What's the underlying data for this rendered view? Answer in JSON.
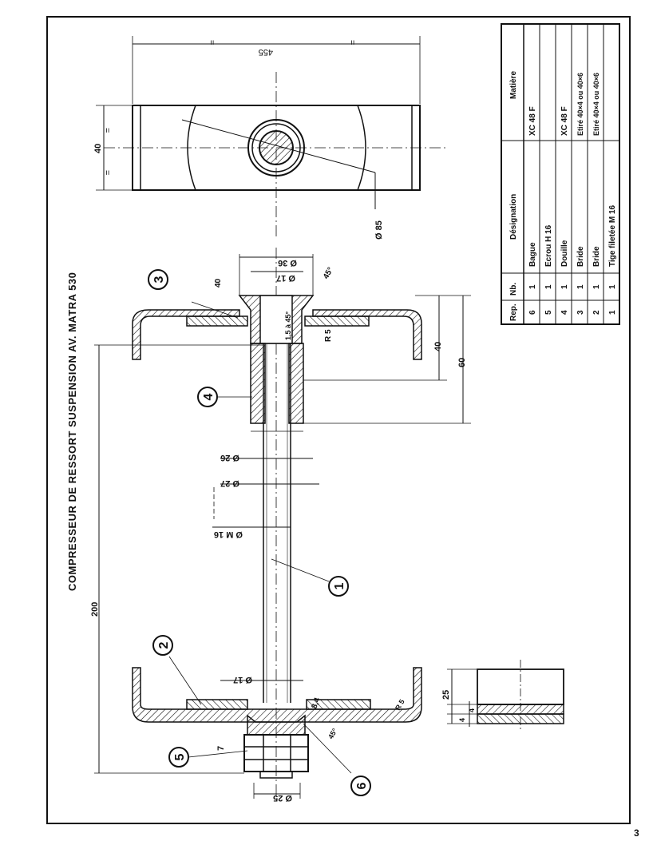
{
  "title": "COMPRESSEUR DE RESSORT SUSPENSION AV. MATRA 530",
  "page_number": "3",
  "dimensions": {
    "d_top_length": "455",
    "eq1": "=",
    "eq2": "=",
    "width_40": "40",
    "eq3": "=",
    "eq4": "=",
    "d85": "Ø 85",
    "d36": "Ø 36",
    "d17_top": "Ø 17",
    "chamfer_45": "45°",
    "chamfer_15": "1,5 à 45°",
    "dim40_small": "40",
    "r5": "R 5",
    "dim40": "40",
    "dim60": "60",
    "d26": "Ø 26",
    "d27": "Ø 27",
    "dm16": "Ø M 16",
    "dim200": "200",
    "d17_bottom": "Ø 17",
    "dim8_4": "8,4",
    "dim45_bottom": "45°",
    "r5_bottom": "R 5",
    "dim7": "7",
    "d25": "Ø 25",
    "dim25": "25",
    "dim4a": "4",
    "dim4b": "4"
  },
  "callouts": [
    "1",
    "2",
    "3",
    "4",
    "5",
    "6"
  ],
  "parts_table": {
    "headers": [
      "Rep.",
      "Nb.",
      "Désignation",
      "Matière"
    ],
    "rows": [
      [
        "6",
        "1",
        "Bague",
        "XC 48 F"
      ],
      [
        "5",
        "1",
        "Ecrou H 16",
        ""
      ],
      [
        "4",
        "1",
        "Douille",
        "XC 48 F"
      ],
      [
        "3",
        "1",
        "Bride",
        "Etiré 40×4 ou 40×6"
      ],
      [
        "2",
        "1",
        "Bride",
        "Etiré 40×4 ou 40×6"
      ],
      [
        "1",
        "1",
        "Tige filetée M 16",
        ""
      ]
    ]
  }
}
